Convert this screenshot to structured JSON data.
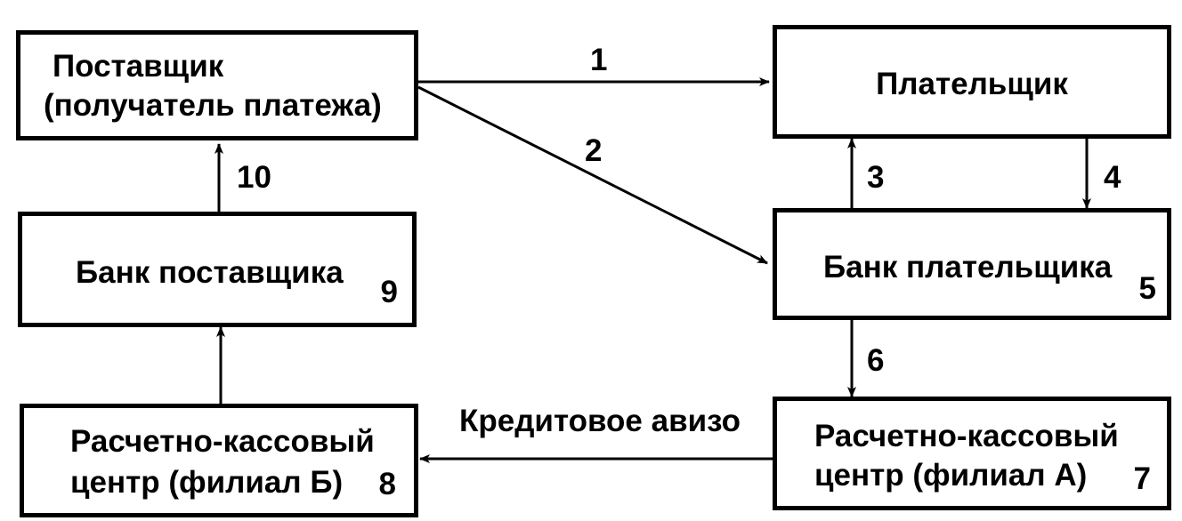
{
  "nodes": {
    "supplier": {
      "line1": "Поставщик",
      "line2": "(получатель платежа)"
    },
    "payer": {
      "label": "Плательщик"
    },
    "payer_bank": {
      "label": "Банк плательщика",
      "number": "5"
    },
    "supplier_bank": {
      "label": "Банк поставщика",
      "number": "9"
    },
    "rkc_a": {
      "line1": "Расчетно-кассовый",
      "line2": "центр (филиал А)",
      "number": "7"
    },
    "rkc_b": {
      "line1": "Расчетно-кассовый",
      "line2": "центр (филиал Б)",
      "number": "8"
    }
  },
  "edges": {
    "e1": {
      "label": "1"
    },
    "e2": {
      "label": "2"
    },
    "e3": {
      "label": "3"
    },
    "e4": {
      "label": "4"
    },
    "e6": {
      "label": "6"
    },
    "e10": {
      "label": "10"
    },
    "credit_advice": {
      "label": "Кредитовое авизо"
    }
  }
}
